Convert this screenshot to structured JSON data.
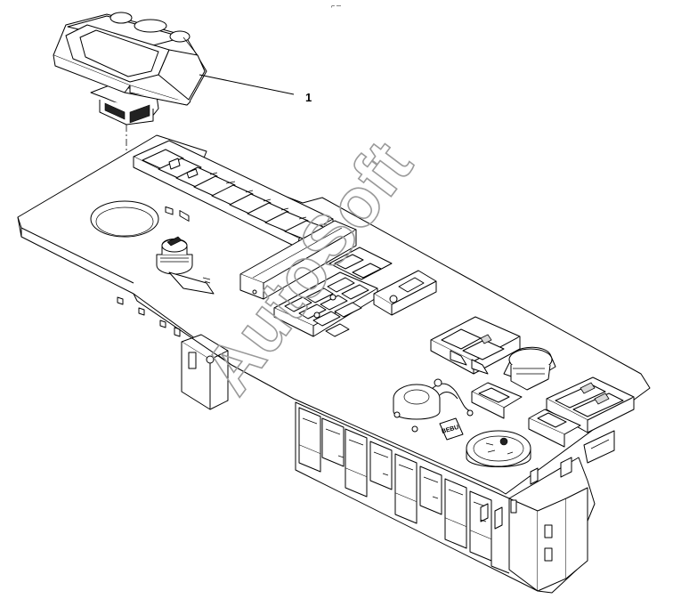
{
  "diagram": {
    "top_mark": "⌐ ─",
    "callouts": [
      {
        "number": "1"
      }
    ],
    "panel_label": "BEBU",
    "watermark": "AutoSoft"
  }
}
